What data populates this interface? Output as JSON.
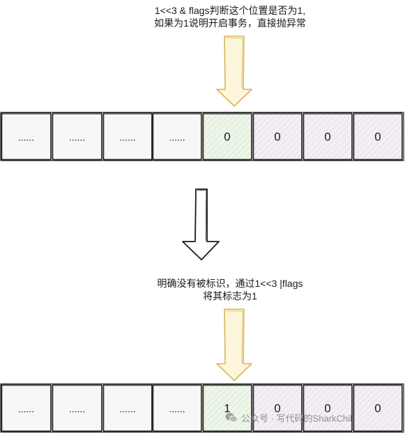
{
  "top_caption": {
    "line1": "1<<3 & flags判断这个位置是否为1,",
    "line2": "如果为1说明开启事务，直接抛异常"
  },
  "middle_caption": {
    "line1": "明确没有被标识，通过1<<3 |flags",
    "line2": "将其标志为1"
  },
  "top_array": {
    "cells": [
      "......",
      "......",
      "......",
      "......",
      "0",
      "0",
      "0",
      "0"
    ]
  },
  "bottom_array": {
    "cells": [
      "......",
      "......",
      "......",
      "......",
      "1",
      "0",
      "0",
      "0"
    ]
  },
  "watermark": {
    "text": "公众号 · 写代码的SharkChili",
    "icon": "wechat-icon"
  },
  "colors": {
    "stroke": "#1a1a1a",
    "cell_plain": "#f7f7f7",
    "cell_green": "#e9f3e6",
    "cell_purple": "#efe9f2",
    "arrow_yellow": "#d6b656",
    "arrow_yellow_fill": "#fdf6dc"
  }
}
